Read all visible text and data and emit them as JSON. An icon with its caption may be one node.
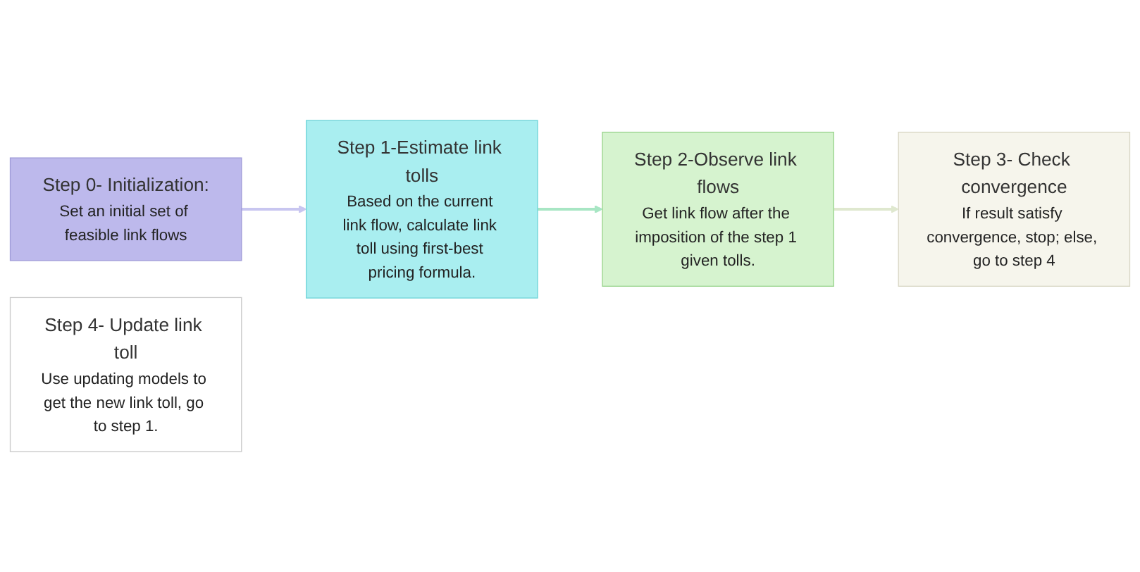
{
  "diagram": {
    "nodes": [
      {
        "text": [
          "Step 0- Initialization:",
          "Set an initial set of feasible link flows"
        ]
      },
      {
        "text": [
          "Step 1-Estimate link tolls",
          "Based on the current link flow, calculate link toll using first-best pricing formula."
        ]
      },
      {
        "text": [
          "Step 2-Observe link flows",
          "Get link flow after the imposition of the step 1 given tolls."
        ]
      },
      {
        "text": [
          "Step 3- Check convergence",
          "If result satisfy convergence, stop; else, go to step 4"
        ]
      },
      {
        "text": [
          "Step 4- Update link toll",
          "Use updating models to get the new link toll, go to step 1."
        ]
      }
    ],
    "edges": [
      {
        "from": 0,
        "to": 1,
        "arrow": "to",
        "color": "#c8c6f0"
      },
      {
        "from": 1,
        "to": 2,
        "arrow": "to",
        "color": "#a8e6c4"
      },
      {
        "from": 2,
        "to": 3,
        "arrow": "to",
        "color": "#dfe8cf"
      }
    ]
  }
}
